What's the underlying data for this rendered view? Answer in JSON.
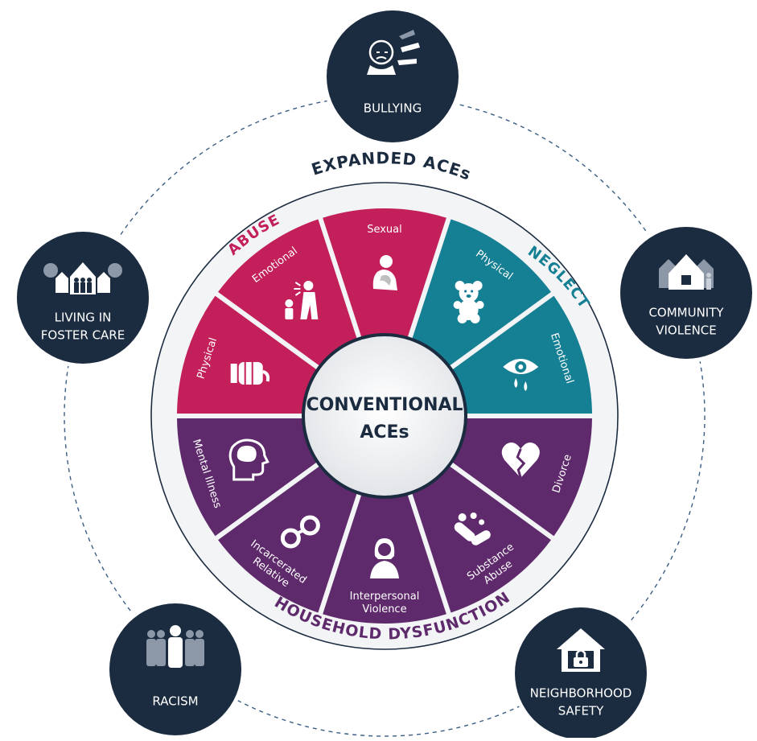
{
  "center": {
    "line1": "CONVENTIONAL",
    "line2": "ACEs"
  },
  "ring_labels": {
    "expanded": "EXPANDED ACEs",
    "abuse": "ABUSE",
    "neglect": "NEGLECT",
    "household": "HOUSEHOLD DYSFUNCTION"
  },
  "colors": {
    "abuse": "#c21f5b",
    "neglect": "#157f93",
    "household": "#5e2a6c",
    "outer_circle": "#1c2c40",
    "outer_ring_bg": "#f3f4f6",
    "dashed_ring": "#3a5e86"
  },
  "segments": [
    {
      "id": "sexual",
      "category": "abuse",
      "label": [
        "Sexual"
      ],
      "icon": "hugging-knees-icon"
    },
    {
      "id": "neglect-physical",
      "category": "neglect",
      "label": [
        "Physical"
      ],
      "icon": "teddy-bear-icon"
    },
    {
      "id": "neglect-emotional",
      "category": "neglect",
      "label": [
        "Emotional"
      ],
      "icon": "crying-eye-icon"
    },
    {
      "id": "divorce",
      "category": "household",
      "label": [
        "Divorce"
      ],
      "icon": "broken-heart-icon"
    },
    {
      "id": "substance-abuse",
      "category": "household",
      "label": [
        "Substance",
        "Abuse"
      ],
      "icon": "pills-icon"
    },
    {
      "id": "interpersonal-violence",
      "category": "household",
      "label": [
        "Interpersonal",
        "Violence"
      ],
      "icon": "woman-icon"
    },
    {
      "id": "incarcerated-relative",
      "category": "household",
      "label": [
        "Incarcerated",
        "Relative"
      ],
      "icon": "handcuffs-icon"
    },
    {
      "id": "mental-illness",
      "category": "household",
      "label": [
        "Mental Illness"
      ],
      "icon": "brain-head-icon"
    },
    {
      "id": "abuse-physical",
      "category": "abuse",
      "label": [
        "Physical"
      ],
      "icon": "fist-icon"
    },
    {
      "id": "abuse-emotional",
      "category": "abuse",
      "label": [
        "Emotional"
      ],
      "icon": "yelling-adult-child-icon"
    }
  ],
  "outer_items": [
    {
      "id": "bullying",
      "lines": [
        "BULLYING"
      ],
      "icon": "bullying-icon"
    },
    {
      "id": "community-violence",
      "lines": [
        "COMMUNITY",
        "VIOLENCE"
      ],
      "icon": "house-community-icon"
    },
    {
      "id": "neighborhood-safety",
      "lines": [
        "NEIGHBORHOOD",
        "SAFETY"
      ],
      "icon": "house-lock-icon"
    },
    {
      "id": "racism",
      "lines": [
        "RACISM"
      ],
      "icon": "crowd-icon"
    },
    {
      "id": "foster-care",
      "lines": [
        "LIVING IN",
        "FOSTER CARE"
      ],
      "icon": "houses-family-icon"
    }
  ]
}
